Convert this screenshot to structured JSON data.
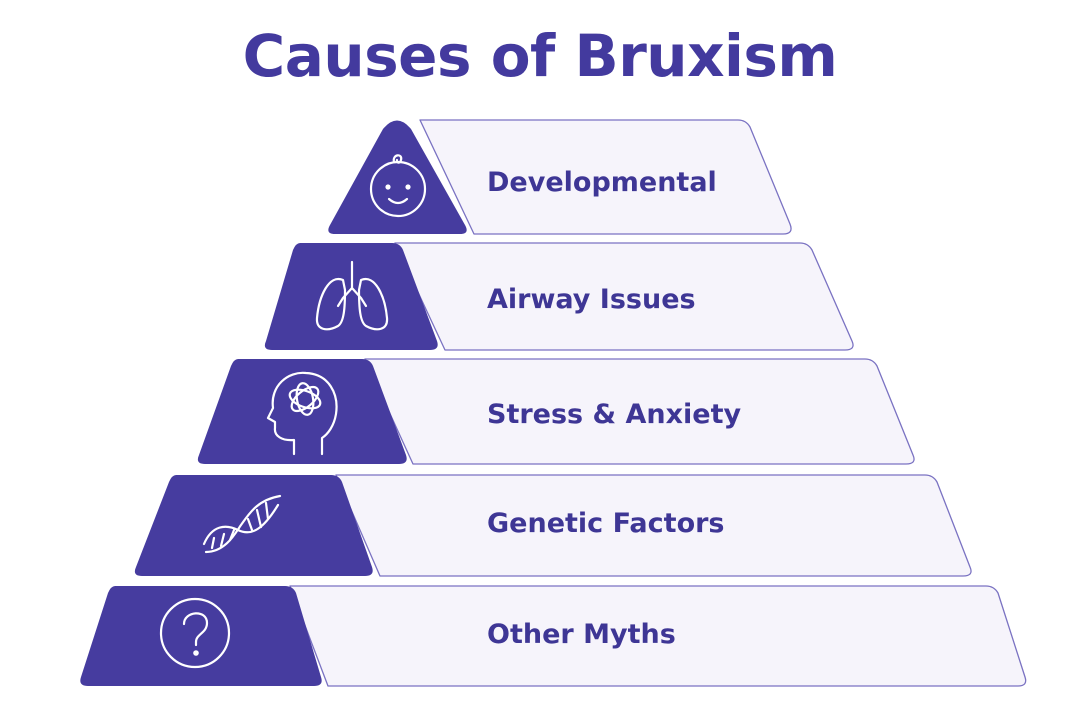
{
  "title": "Causes of Bruxism",
  "accent_color": "#463c9f",
  "panel_color": "#f6f4fb",
  "tiers": [
    {
      "label": "Developmental",
      "icon": "baby-face-icon"
    },
    {
      "label": "Airway Issues",
      "icon": "lungs-icon"
    },
    {
      "label": "Stress & Anxiety",
      "icon": "head-brain-icon"
    },
    {
      "label": "Genetic Factors",
      "icon": "dna-icon"
    },
    {
      "label": "Other Myths",
      "icon": "question-mark-icon"
    }
  ]
}
